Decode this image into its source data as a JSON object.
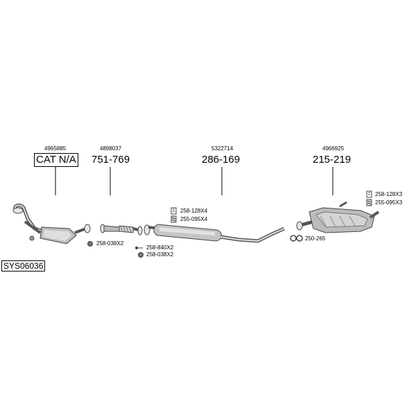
{
  "system_code": "SYS06036",
  "parts": [
    {
      "oe": "4965885",
      "part_no": "CAT N/A"
    },
    {
      "oe": "4898037",
      "part_no": "751-769"
    },
    {
      "oe": "5322714",
      "part_no": "286-169"
    },
    {
      "oe": "4966925",
      "part_no": "215-219"
    }
  ],
  "accessories": {
    "a1": "258-038X2",
    "a2": "258-128X4",
    "a3": "255-095X4",
    "a4": "258-840X2",
    "a5": "258-038X2",
    "a6": "258-128X3",
    "a7": "255-095X3",
    "a8": "250-265"
  }
}
